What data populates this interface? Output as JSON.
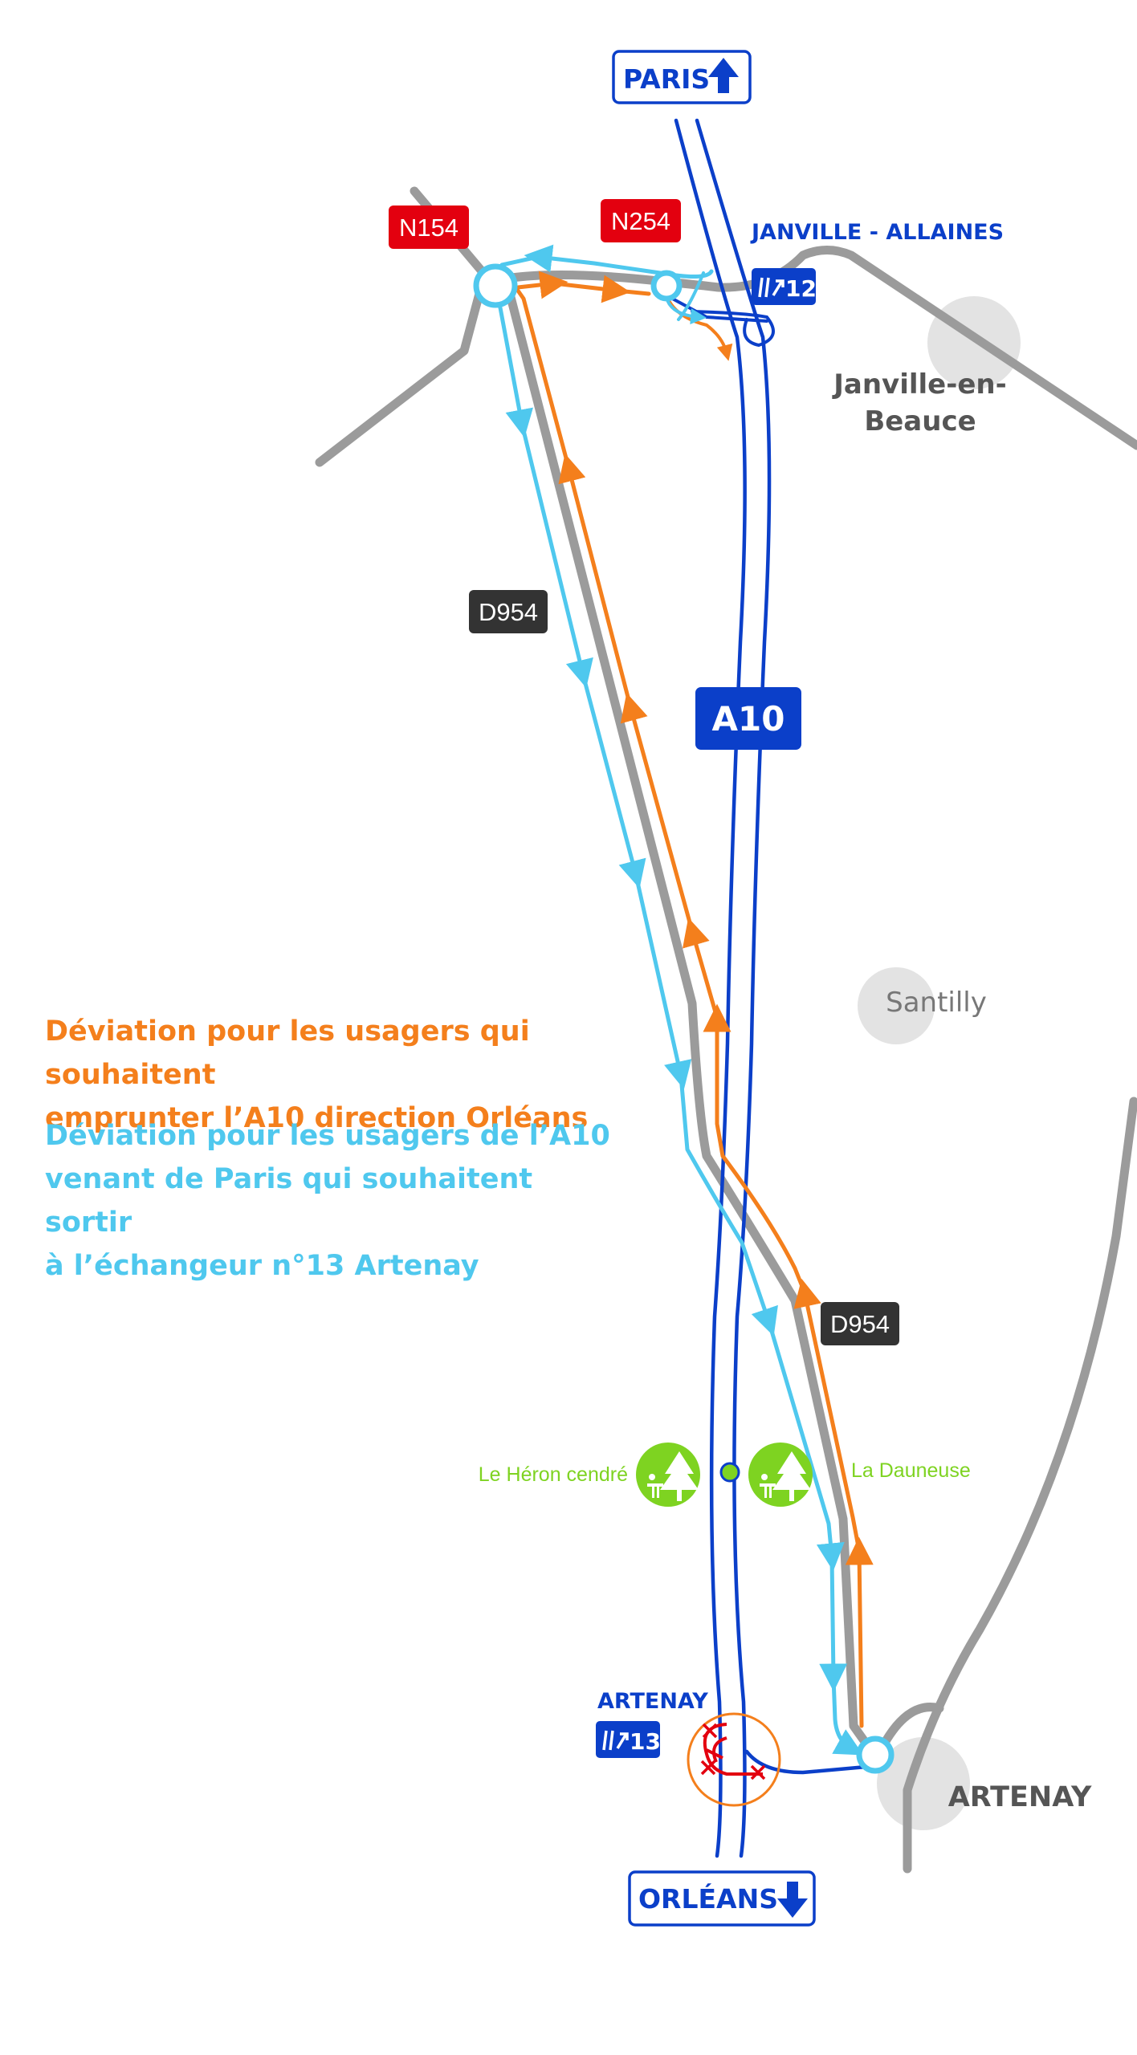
{
  "map": {
    "colors": {
      "motorway": "#0b3fc9",
      "road": "#9b9b9b",
      "detour_orange": "#f47f1c",
      "detour_cyan": "#4fc8ee",
      "town_disc": "#e3e3e3",
      "rest_area": "#7ed321",
      "national_road": "#e3000f",
      "departmental_road": "#333333"
    },
    "directions": {
      "north": "PARIS",
      "south": "ORLÉANS"
    },
    "motorway_label": "A10",
    "road_labels": {
      "n154": "N154",
      "n254": "N254",
      "d954_north": "D954",
      "d954_south": "D954"
    },
    "exits": {
      "exit12": {
        "name": "JANVILLE - ALLAINES",
        "number": "12"
      },
      "exit13": {
        "name": "ARTENAY",
        "number": "13"
      }
    },
    "towns": {
      "janville_line1": "Janville-en-",
      "janville_line2": "Beauce",
      "santilly": "Santilly",
      "artenay": "ARTENAY"
    },
    "rest_areas": {
      "west": "Le Héron cendré",
      "east": "La Dauneuse",
      "icon": "picnic-area-icon"
    }
  },
  "legend": {
    "orange_line1": "Déviation pour les usagers qui souhaitent",
    "orange_line2": "emprunter l’A10 direction Orléans",
    "cyan_line1": "Déviation pour les usagers de l’A10",
    "cyan_line2": "venant de Paris qui souhaitent sortir",
    "cyan_line3": "à l’échangeur n°13 Artenay"
  }
}
